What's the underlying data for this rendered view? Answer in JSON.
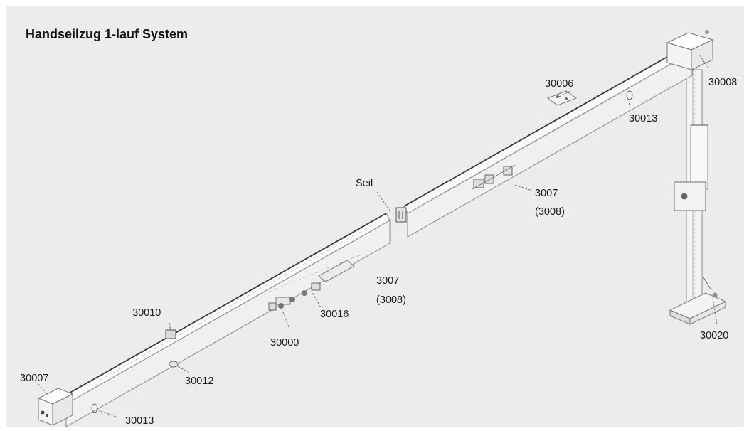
{
  "title": "Handseilzug 1-lauf System",
  "callouts": {
    "c30006": "30006",
    "c30008": "30008",
    "c30013_top": "30013",
    "seil": "Seil",
    "c3007_right": "3007",
    "c3008_right": "(3008)",
    "c3007_mid": "3007",
    "c3008_mid": "(3008)",
    "c30016": "30016",
    "c30010": "30010",
    "c30000": "30000",
    "c30012": "30012",
    "c30007": "30007",
    "c30013_bottom": "30013",
    "c30020": "30020"
  }
}
